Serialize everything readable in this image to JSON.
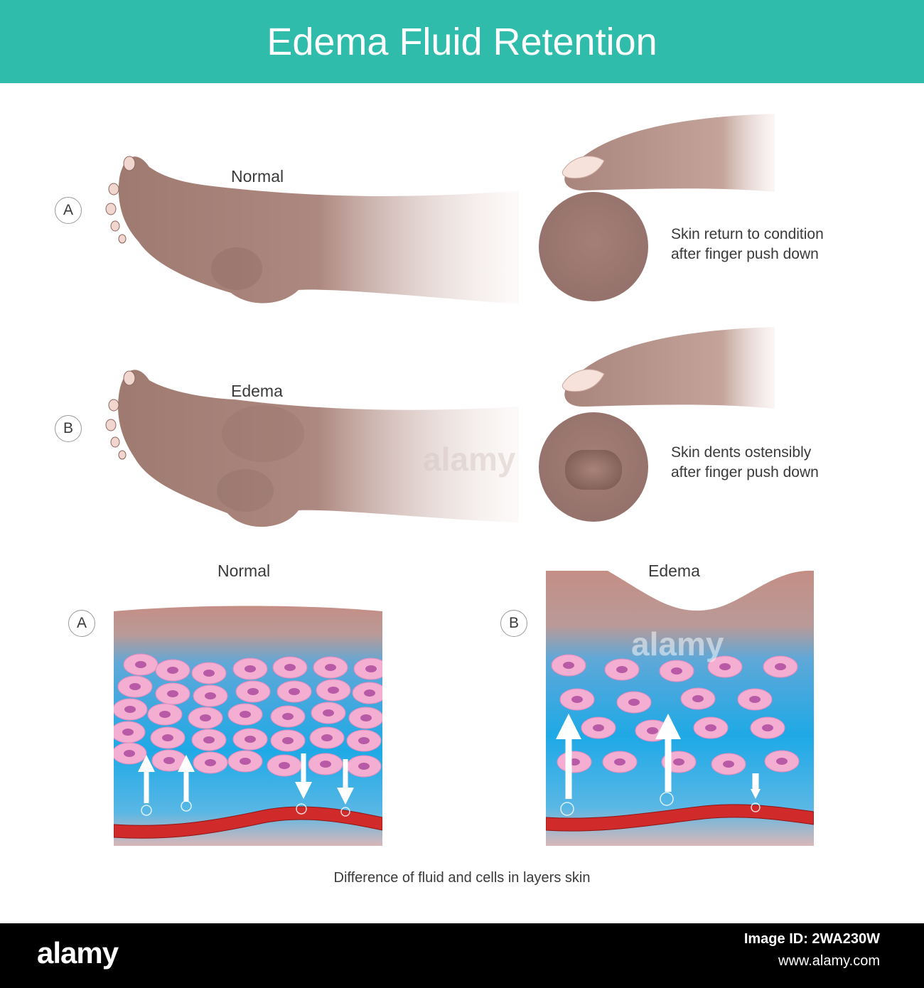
{
  "title": "Edema Fluid Retention",
  "legs": {
    "normal_label": "Normal",
    "edema_label": "Edema",
    "badge_a": "A",
    "badge_b": "B",
    "normal_desc_line1": "Skin return to condition",
    "normal_desc_line2": "after finger push down",
    "edema_desc_line1": "Skin dents ostensibly",
    "edema_desc_line2": "after finger push down"
  },
  "skin_layers": {
    "normal_label": "Normal",
    "edema_label": "Edema",
    "badge_a": "A",
    "badge_b": "B",
    "caption": "Difference of fluid and cells in layers skin"
  },
  "watermark": "alamy",
  "footer": {
    "brand": "alamy",
    "image_id": "Image ID: 2WA230W",
    "url": "www.alamy.com"
  },
  "colors": {
    "header": "#2fbcab",
    "skin": "#9f7a70",
    "dermis_top": "#c48e85",
    "fluid": "#1ea9e6",
    "cell": "#f4aed2",
    "nucleus": "#b95aa6",
    "vessel": "#d12a2a"
  }
}
